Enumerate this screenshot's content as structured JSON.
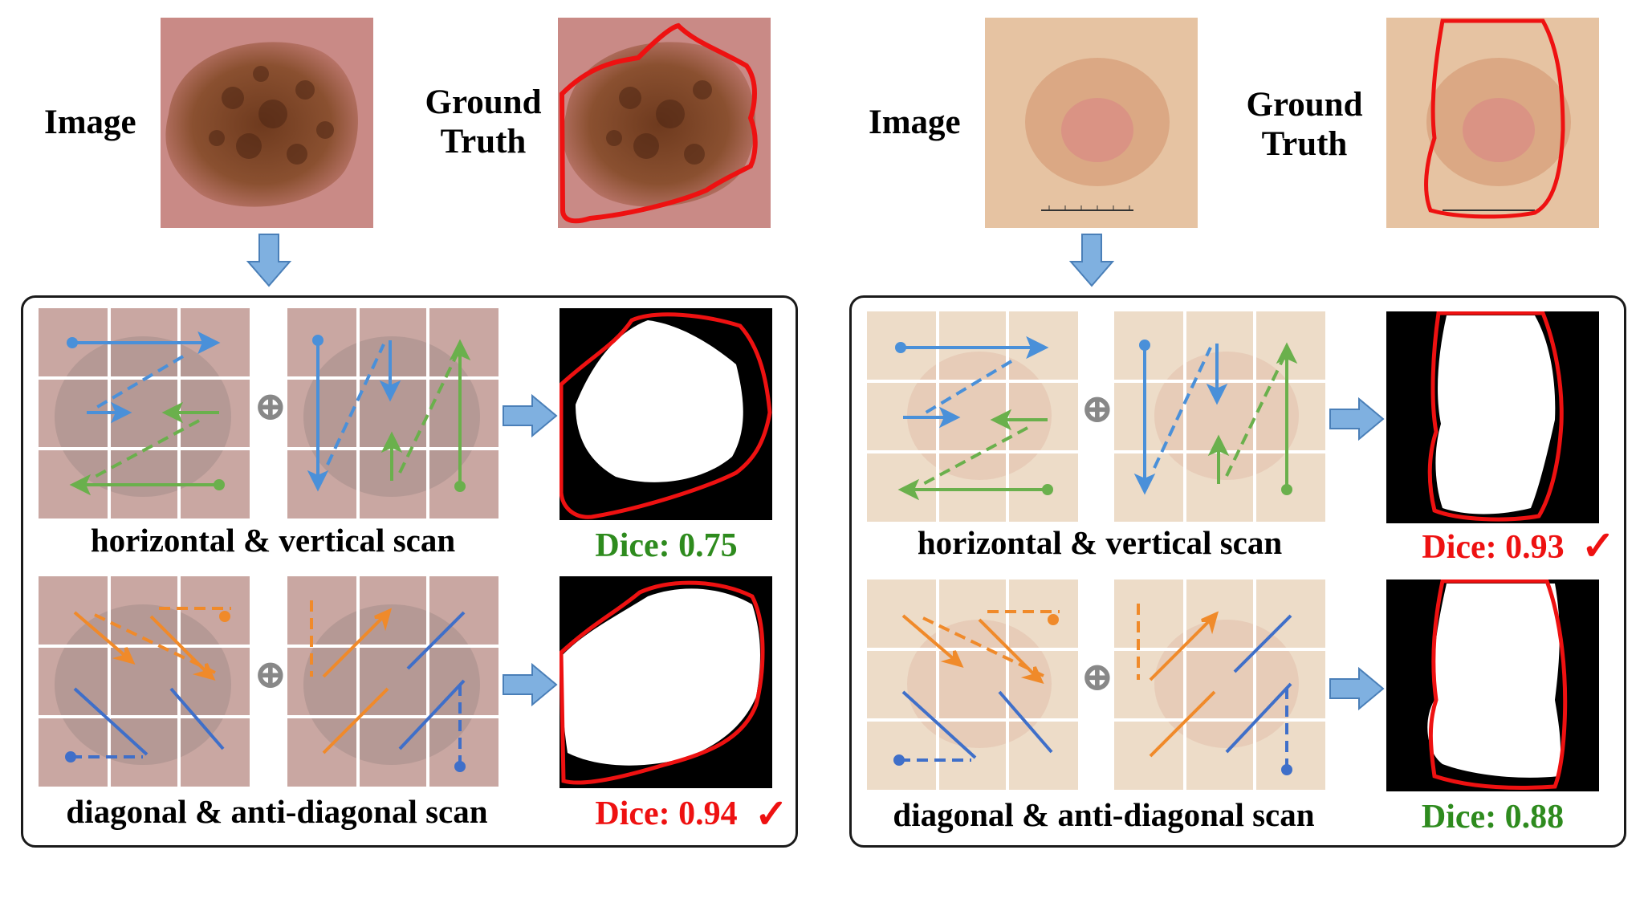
{
  "colors": {
    "green": "#2e8b1e",
    "red": "#ee1111",
    "scan_blue": "#4a90d9",
    "scan_green": "#6ab04c",
    "scan_orange": "#f08a2a",
    "diag_blue": "#3f6fc9",
    "down_arrow": "#7fb0e0"
  },
  "example_left": {
    "image_label": "Image",
    "gt_label_line1": "Ground",
    "gt_label_line2": "Truth",
    "row1": {
      "scan_label": "horizontal & vertical scan",
      "dice": "Dice: 0.75",
      "best": false
    },
    "row2": {
      "scan_label": "diagonal & anti-diagonal scan",
      "dice": "Dice: 0.94",
      "best": true
    }
  },
  "example_right": {
    "image_label": "Image",
    "gt_label_line1": "Ground",
    "gt_label_line2": "Truth",
    "row1": {
      "scan_label": "horizontal & vertical scan",
      "dice": "Dice: 0.93",
      "best": true
    },
    "row2": {
      "scan_label": "diagonal & anti-diagonal scan",
      "dice": "Dice: 0.88",
      "best": false
    }
  },
  "symbols": {
    "combine": "⊕",
    "check": "✓"
  }
}
